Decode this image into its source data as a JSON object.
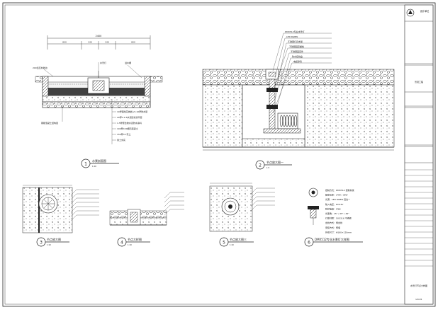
{
  "drawing": {
    "details": [
      {
        "number": "1",
        "title": "水景剖面图",
        "scale": "1:20"
      },
      {
        "number": "2",
        "title": "节点放大图一",
        "scale": "1:5"
      },
      {
        "number": "3",
        "title": "节点放大图",
        "scale": "1:10"
      },
      {
        "number": "4",
        "title": "节点大样图",
        "scale": "1:10"
      },
      {
        "number": "5",
        "title": "节点放大图三",
        "scale": "1:10"
      },
      {
        "number": "6",
        "title": "DMX512专业水景灯大样图",
        "scale": ""
      }
    ],
    "dimensions": {
      "top_total": "2400",
      "top_parts": [
        "800",
        "340",
        "340",
        "800"
      ]
    },
    "sec1_labels": [
      "水景灯",
      "200宽石材收边",
      "溢水槽",
      "钢筋混凝土结构层"
    ],
    "sec1_notes": [
      "10厚黑色花岗岩+5-10厚防水层",
      "20厚1:2.5水泥砂浆找平层",
      "1.5厚聚合物水泥防水涂料",
      "100厚C20细石混凝土",
      "150厚3:7灰土",
      "素土夯实"
    ],
    "sec2_labels": [
      "DMX512专业水景灯",
      "LED RGBW",
      "不锈钢灯具支架",
      "不锈钢固定螺栓",
      "不锈钢固定件",
      "防水接线盒",
      "电缆穿管"
    ],
    "spec_lines": [
      "控制方式：DMX512 控制系统",
      "额定功率：24W / 36W",
      "光源：LED RGBW 四合一",
      "输入电压：DC24V",
      "防护等级：IP68",
      "光束角：15° / 25° / 45°",
      "灯体材质：SUS316 不锈钢",
      "出线方式：侧出线",
      "安装方式：预埋",
      "外形尺寸：Φ160×120mm"
    ],
    "title_block": {
      "company": "设计单位",
      "project": "景观工程",
      "sheet_title": "水景灯节点大样图",
      "sheet_no": "LD-01"
    }
  }
}
